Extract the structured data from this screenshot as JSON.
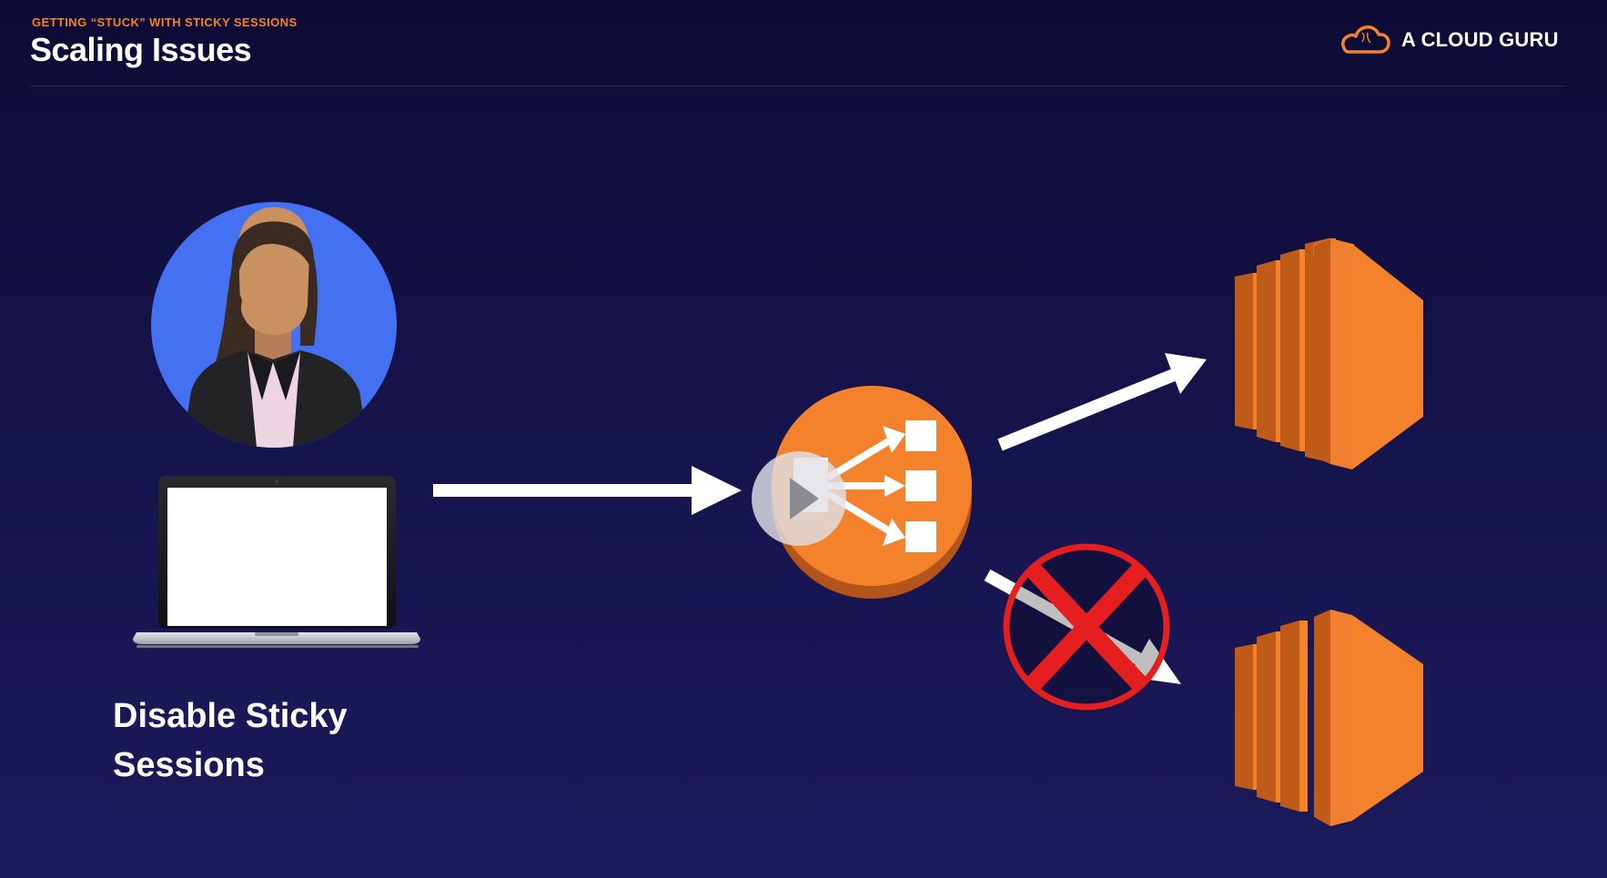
{
  "header": {
    "kicker": "GETTING “STUCK” WITH STICKY SESSIONS",
    "title": "Scaling Issues"
  },
  "logo": {
    "text": "A CLOUD GURU",
    "icon": "cloud-icon"
  },
  "diagram": {
    "user_icon": "user-avatar-icon",
    "laptop_icon": "laptop-icon",
    "load_balancer_icon": "load-balancer-icon",
    "server_icons": [
      "ec2-instance-icon",
      "ec2-instance-icon"
    ],
    "blocked_icon": "red-x-icon",
    "play_icon": "play-icon",
    "caption": "Disable Sticky Sessions"
  },
  "colors": {
    "accent_orange": "#f4812c",
    "avatar_blue": "#4470f2",
    "blocked_red": "#e51f1f",
    "background": "#15134a"
  }
}
